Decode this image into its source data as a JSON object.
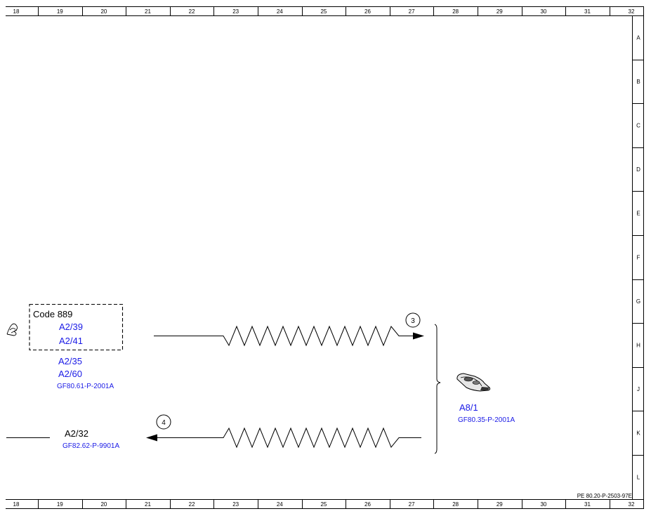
{
  "grid": {
    "columns": [
      "18",
      "19",
      "20",
      "21",
      "22",
      "23",
      "24",
      "25",
      "26",
      "27",
      "28",
      "29",
      "30",
      "31",
      "32"
    ],
    "rows": [
      "A",
      "B",
      "C",
      "D",
      "E",
      "F",
      "G",
      "H",
      "J",
      "K",
      "L"
    ]
  },
  "code_box": {
    "title": "Code 889",
    "items": [
      "A2/39",
      "A2/41"
    ]
  },
  "left_upper": {
    "items": [
      "A2/35",
      "A2/60"
    ],
    "ref": "GF80.61-P-2001A"
  },
  "left_lower": {
    "label": "A2/32",
    "ref": "GF82.62-P-9901A"
  },
  "signal_out": {
    "number": "3"
  },
  "signal_in": {
    "number": "4"
  },
  "transmitter": {
    "label": "A8/1",
    "ref": "GF80.35-P-2001A",
    "icon": "remote-key-icon"
  },
  "receiver_icon": "infrared-sensor-icon",
  "drawing_number": "PE 80.20-P-2503-97E",
  "colors": {
    "blue_text": "#1a1ae6",
    "line": "#000000"
  }
}
